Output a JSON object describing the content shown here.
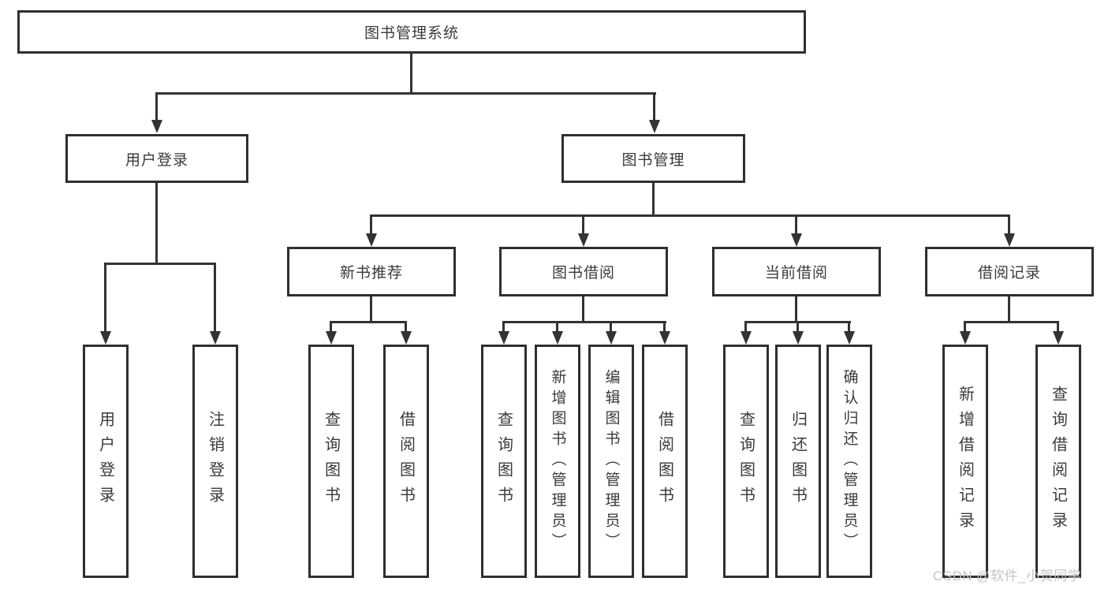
{
  "watermark": {
    "text": "CSDN @软件_小贺同学"
  },
  "colors": {
    "background": "#ffffff",
    "box_border": "#2f2f2f",
    "connector_line": "#333333",
    "label_text": "#3a3a3a",
    "watermark_text": "#c1c1c9"
  },
  "tree": {
    "root": {
      "label": "图书管理系统"
    },
    "branches": [
      {
        "label": "用户登录",
        "children": [
          {
            "label": "用户登录"
          },
          {
            "label": "注销登录"
          }
        ]
      },
      {
        "label": "图书管理",
        "children": [
          {
            "label": "新书推荐",
            "children": [
              {
                "label": "查询图书"
              },
              {
                "label": "借阅图书"
              }
            ]
          },
          {
            "label": "图书借阅",
            "children": [
              {
                "label": "查询图书"
              },
              {
                "label": "新增图书（管理员）"
              },
              {
                "label": "编辑图书（管理员）"
              },
              {
                "label": "借阅图书"
              }
            ]
          },
          {
            "label": "当前借阅",
            "children": [
              {
                "label": "查询图书"
              },
              {
                "label": "归还图书"
              },
              {
                "label": "确认归还（管理员）"
              }
            ]
          },
          {
            "label": "借阅记录",
            "children": [
              {
                "label": "新增借阅记录"
              },
              {
                "label": "查询借阅记录"
              }
            ]
          }
        ]
      }
    ]
  }
}
